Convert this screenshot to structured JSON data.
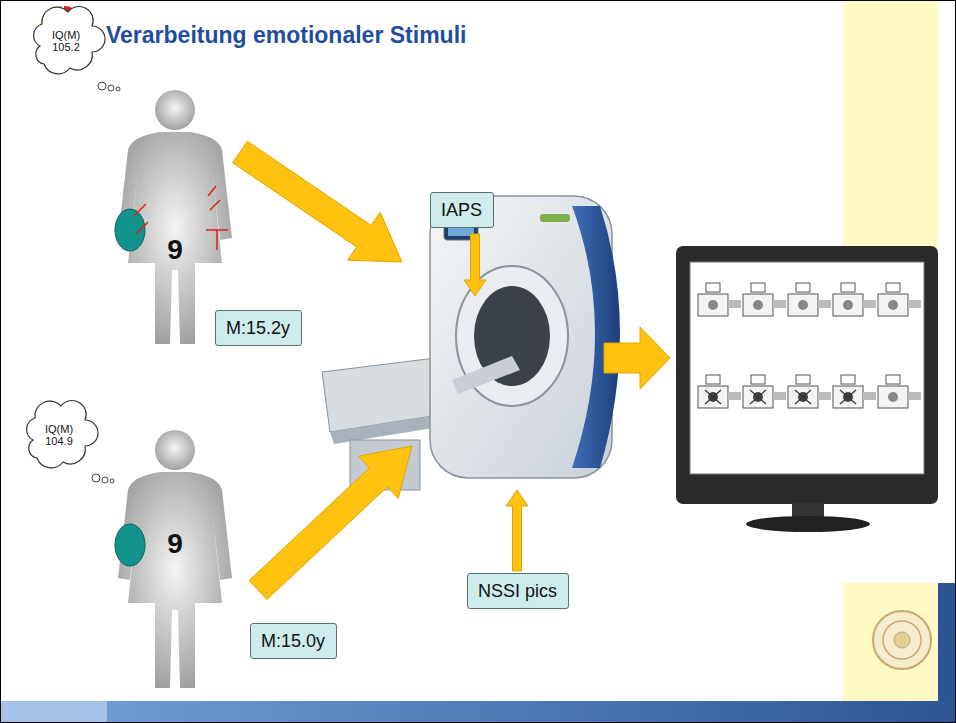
{
  "diagram": {
    "title": "Verarbeitung emotionaler Stimuli",
    "nodes": [
      {
        "text": [
          "IQ(M) 105.2"
        ]
      },
      {
        "text": [
          "IAPS"
        ]
      },
      {
        "text": [
          "9"
        ]
      },
      {
        "text": [
          "M:15.2y"
        ]
      },
      {
        "text": [
          "IQ(M) 104.9"
        ]
      },
      {
        "text": [
          "9"
        ]
      },
      {
        "text": [
          "NSSI pics"
        ]
      },
      {
        "text": [
          "M:15.0y"
        ]
      }
    ]
  }
}
